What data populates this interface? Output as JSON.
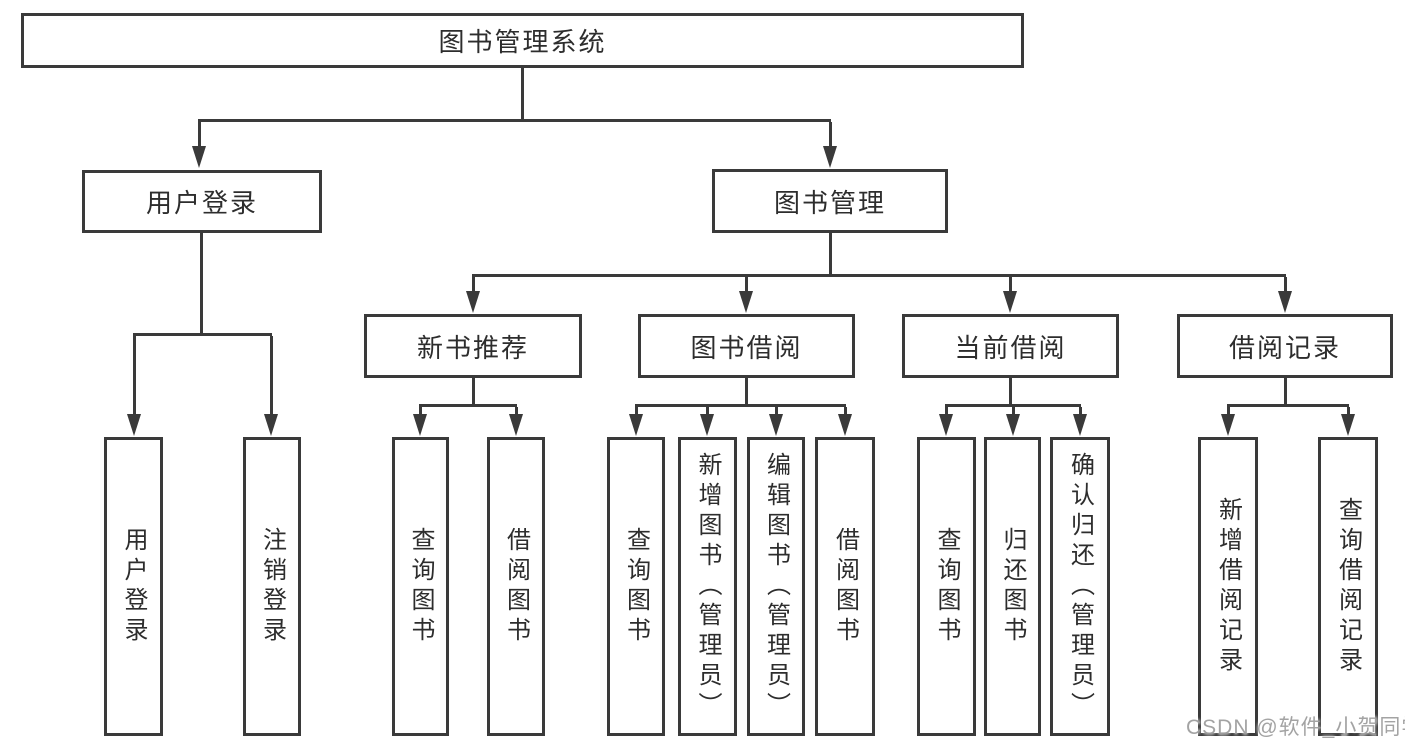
{
  "colors": {
    "line": "#3a3a3a",
    "text": "#2d2d2d",
    "background": "#ffffff",
    "watermark": "#9b9b9b"
  },
  "tree": {
    "root": "图书管理系统",
    "branches": [
      {
        "label": "用户登录",
        "children": [
          {
            "label": "用户登录"
          },
          {
            "label": "注销登录"
          }
        ]
      },
      {
        "label": "图书管理",
        "children": [
          {
            "label": "新书推荐",
            "children": [
              {
                "label": "查询图书"
              },
              {
                "label": "借阅图书"
              }
            ]
          },
          {
            "label": "图书借阅",
            "children": [
              {
                "label": "查询图书"
              },
              {
                "label": "新增图书（管理员）"
              },
              {
                "label": "编辑图书（管理员）"
              },
              {
                "label": "借阅图书"
              }
            ]
          },
          {
            "label": "当前借阅",
            "children": [
              {
                "label": "查询图书"
              },
              {
                "label": "归还图书"
              },
              {
                "label": "确认归还（管理员）"
              }
            ]
          },
          {
            "label": "借阅记录",
            "children": [
              {
                "label": "新增借阅记录"
              },
              {
                "label": "查询借阅记录"
              }
            ]
          }
        ]
      }
    ]
  },
  "watermark": {
    "text": "CSDN @软件_小贺同学"
  }
}
